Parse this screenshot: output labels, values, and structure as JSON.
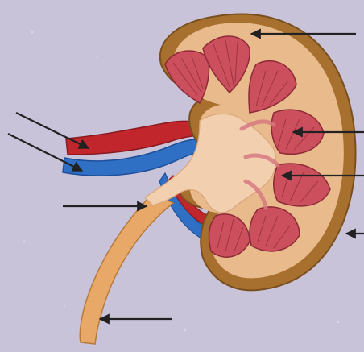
{
  "diagram": {
    "subject": "kidney-cross-section",
    "colors": {
      "background": "#c9c3d9",
      "capsule": "#a8702f",
      "cortex": "#e8ba8c",
      "pelvis": "#f2cfae",
      "pyramid": "#cc4f5d",
      "pyramid_line": "#8e2a37",
      "artery": "#c1262d",
      "vein": "#2f6fc4",
      "ureter": "#e7a868",
      "arrow": "#222222"
    },
    "label_arrows": [
      {
        "name": "arrow-to-capsule",
        "label": ""
      },
      {
        "name": "arrow-to-renal-artery",
        "label": ""
      },
      {
        "name": "arrow-to-renal-vein",
        "label": ""
      },
      {
        "name": "arrow-to-renal-pelvis",
        "label": ""
      },
      {
        "name": "arrow-to-medulla-pyramid",
        "label": ""
      },
      {
        "name": "arrow-to-cortex-column",
        "label": ""
      },
      {
        "name": "arrow-to-outer-edge",
        "label": ""
      },
      {
        "name": "arrow-to-ureter",
        "label": ""
      }
    ]
  }
}
